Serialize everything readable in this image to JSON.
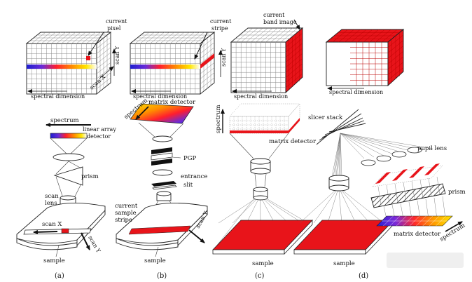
{
  "labels": {
    "current_pixel": [
      "current",
      "pixel"
    ],
    "current_stripe": [
      "current",
      "stripe"
    ],
    "current_band_image": [
      "current",
      "band image"
    ],
    "spectral_dimension": "spectral dimension",
    "scan_x": "scan X",
    "scan_y": "scan Y",
    "spectrum": "spectrum",
    "linear_array_detector": [
      "linear array",
      "detector"
    ],
    "prism": "prism",
    "scan_lens": [
      "scan",
      "lens"
    ],
    "sample": "sample",
    "matrix_detector": "matrix detector",
    "pgp": "PGP",
    "entrance_slit": [
      "entrance",
      "slit"
    ],
    "current_sample_stripe": [
      "current",
      "sample",
      "stripe"
    ],
    "slicer_stack": "slicer stack",
    "pupil_lens": "pupil lens"
  },
  "captions": [
    "(a)",
    "(b)",
    "(c)",
    "(d)"
  ],
  "colors": {
    "red": "#e8141a",
    "rainbow": [
      "#2a1fd6",
      "#5b2bd8",
      "#ff2a2a",
      "#ff8a00",
      "#ffe600"
    ],
    "outline": "#222222"
  },
  "icons": [
    "arrow-icon",
    "lens-icon",
    "prism-icon",
    "grating-icon",
    "slit-icon"
  ]
}
